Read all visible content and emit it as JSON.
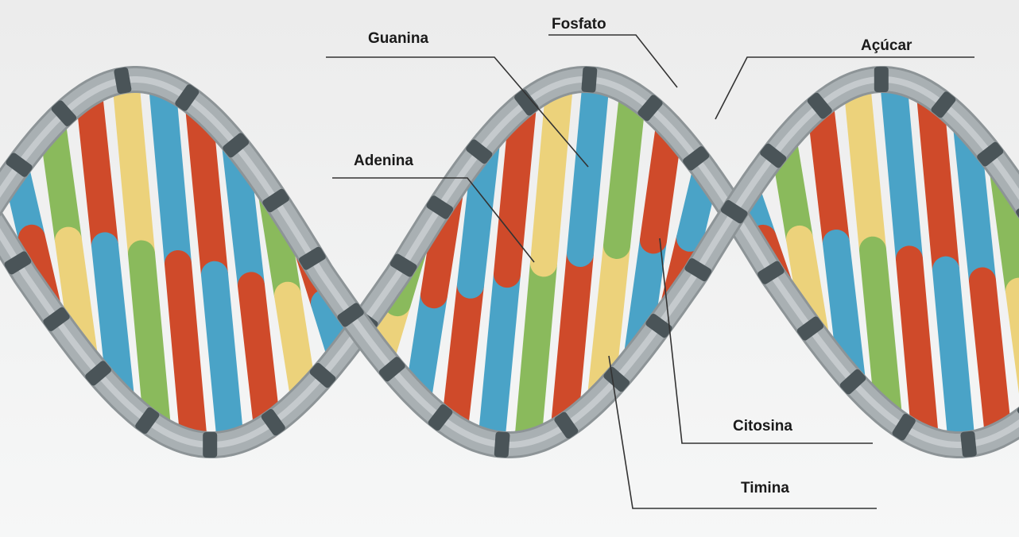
{
  "colors": {
    "background_top": "#ececec",
    "background_bottom": "#f6f7f7",
    "backbone": "#a9b0b3",
    "phosphate": "#4a5458",
    "guanine": "#8aba5c",
    "cytosine": "#ecd27b",
    "adenine": "#4aa3c7",
    "thymine": "#cf4a2a",
    "leader_line": "#333333"
  },
  "labels": {
    "guanina": "Guanina",
    "fosfato": "Fosfato",
    "acucar": "Açúcar",
    "adenina": "Adenina",
    "citosina": "Citosina",
    "timina": "Timina"
  }
}
